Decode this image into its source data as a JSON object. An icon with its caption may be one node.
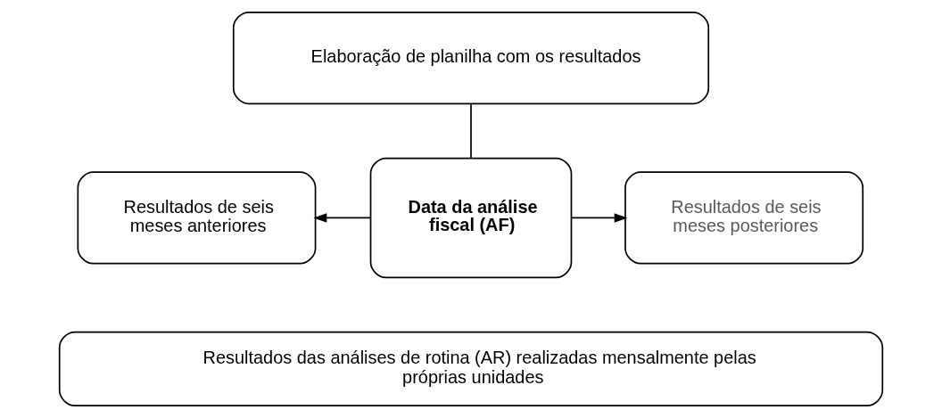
{
  "diagram": {
    "nodes": [
      {
        "text": [
          "Elaboração de planilha com os resultados"
        ]
      },
      {
        "text": [
          "Resultados de seis meses anteriores"
        ]
      },
      {
        "text": [
          "Data da análise fiscal (AF)"
        ]
      },
      {
        "text": [
          "Resultados de seis meses posteriores"
        ]
      },
      {
        "text": [
          "Resultados das análises de rotina (AR) realizadas mensalmente pelas próprias unidades"
        ]
      }
    ],
    "edges": [
      {
        "from": 0,
        "to": 2,
        "arrow": "none"
      },
      {
        "from": 2,
        "to": 1,
        "arrow": "to"
      },
      {
        "from": 2,
        "to": 3,
        "arrow": "to"
      }
    ]
  }
}
